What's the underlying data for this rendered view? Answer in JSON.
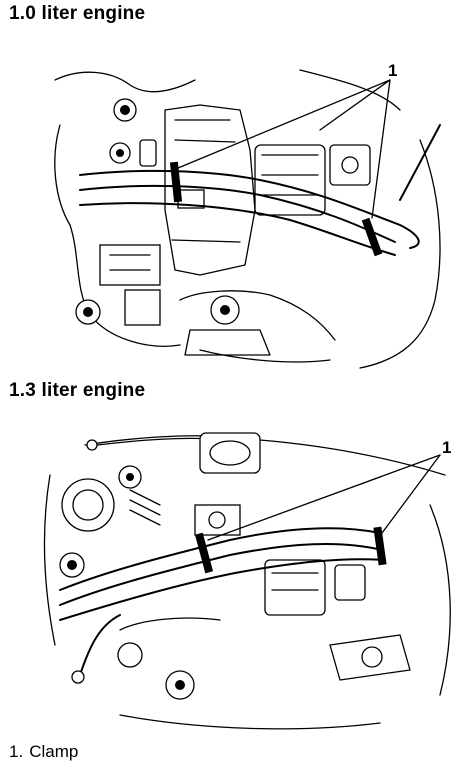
{
  "headings": {
    "engine_10": "1.0 liter engine",
    "engine_13": "1.3 liter engine"
  },
  "figures": {
    "fig1_callout": "1",
    "fig2_callout": "1"
  },
  "legend": {
    "number": "1.",
    "label": "Clamp"
  }
}
